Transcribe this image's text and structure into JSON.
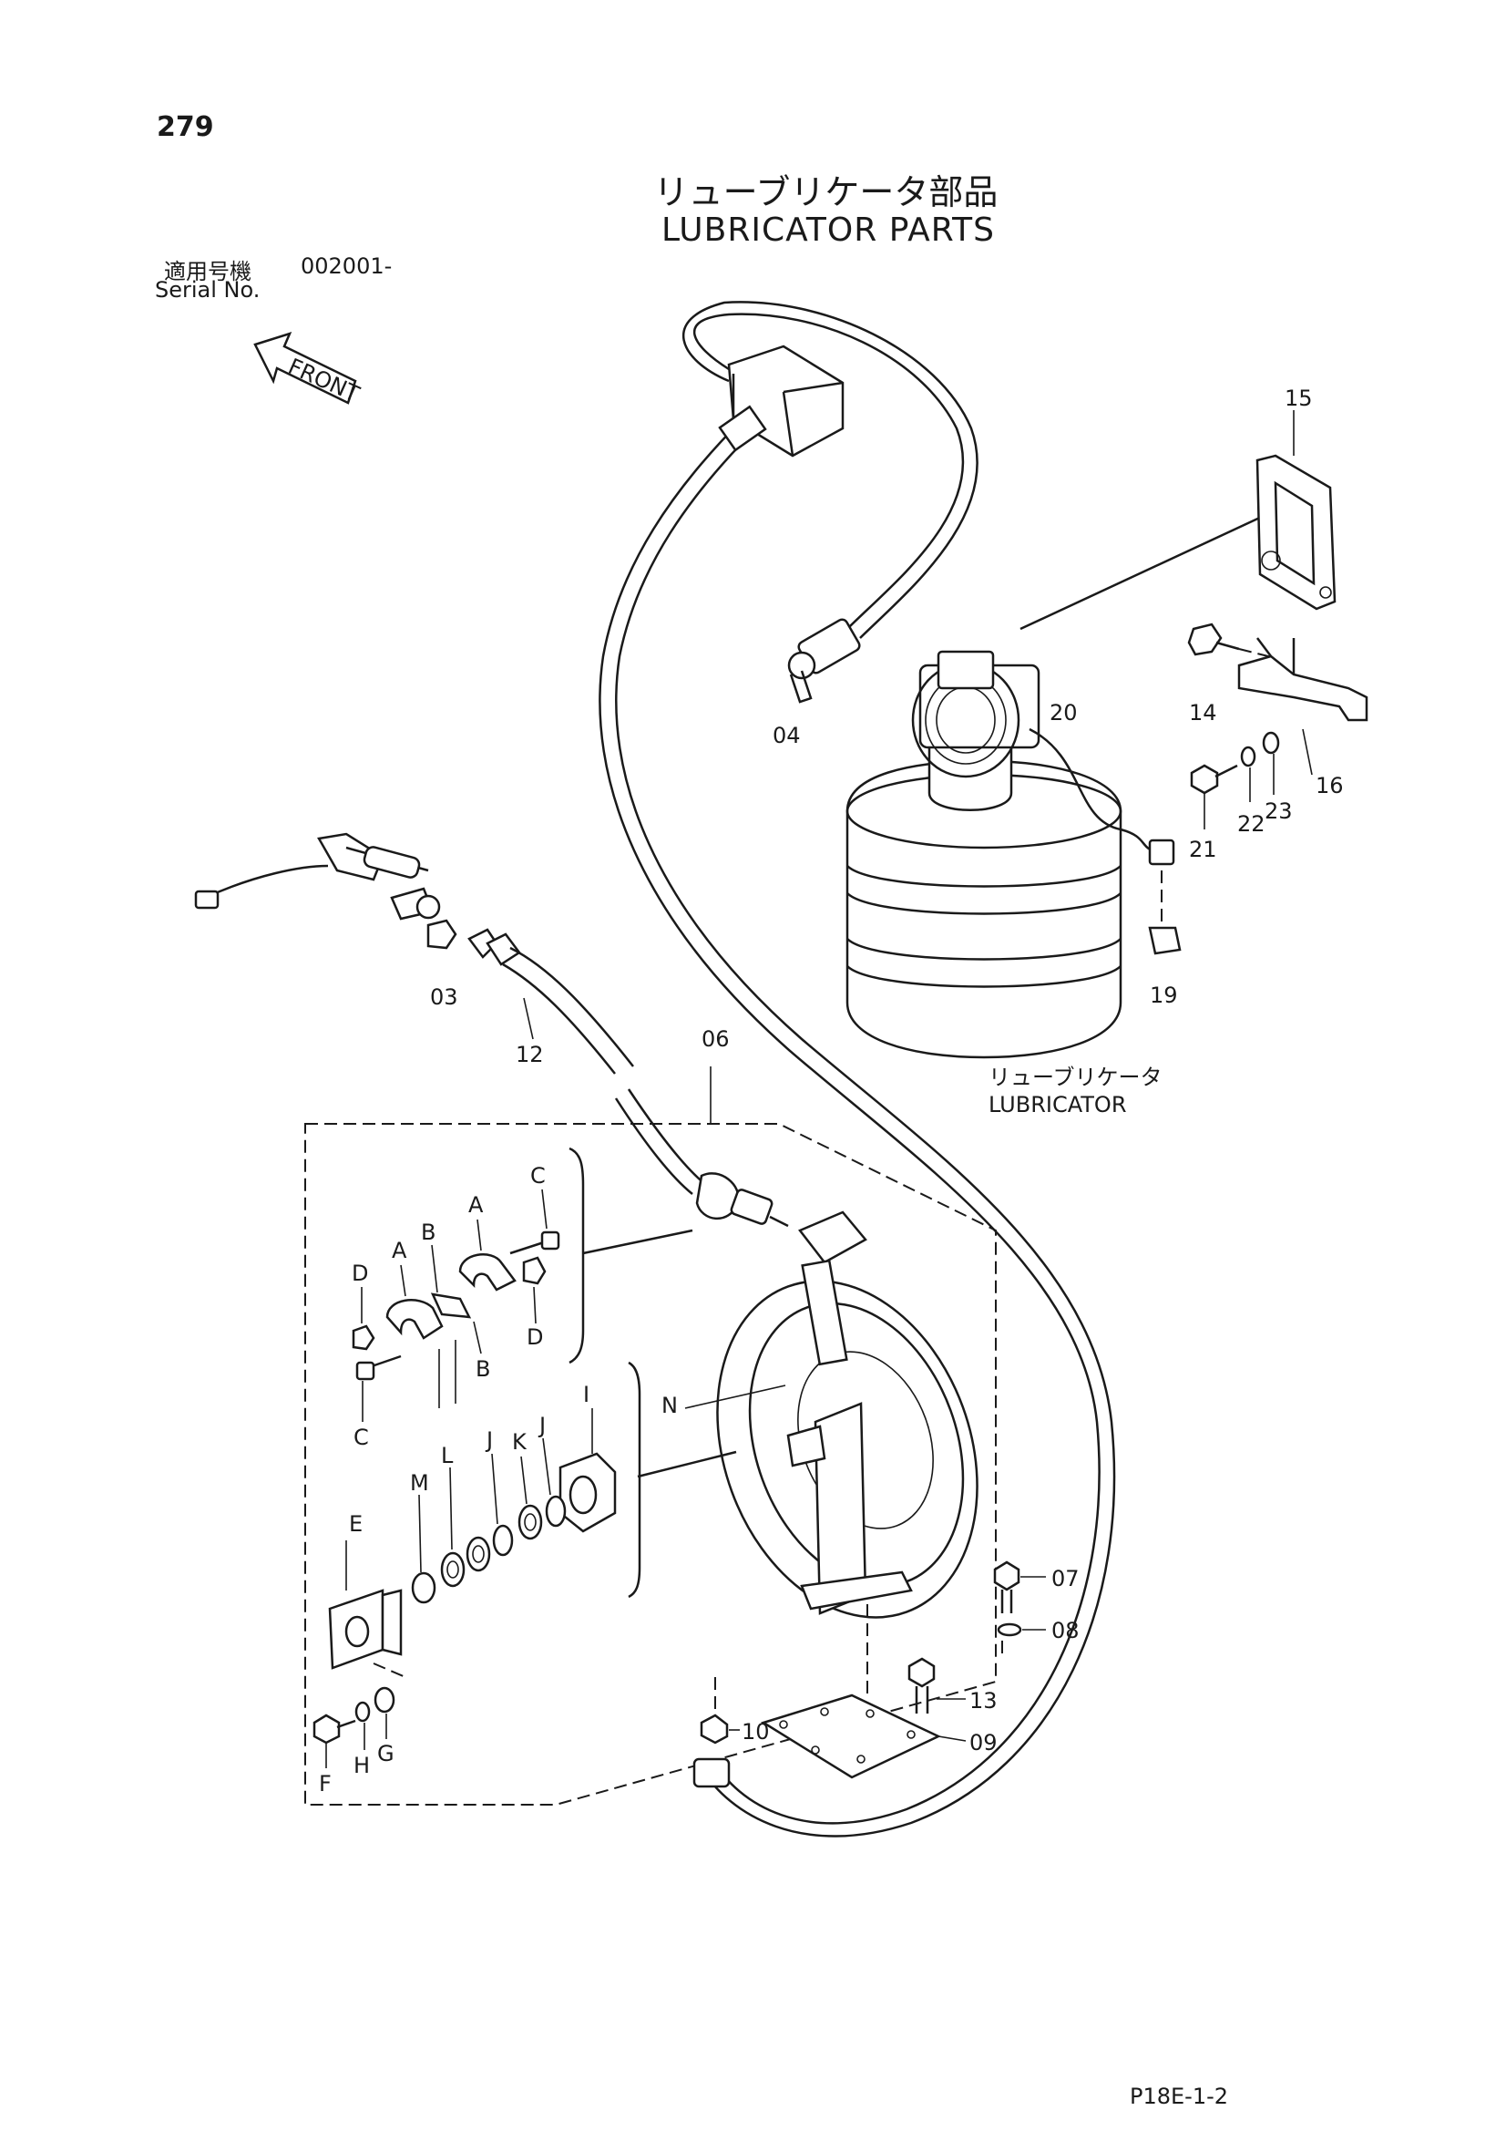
{
  "page_number": "279",
  "title_jp": "リューブリケータ部品",
  "title_en": "LUBRICATOR PARTS",
  "serial": {
    "label_jp": "適用号機",
    "label_en": "Serial No.",
    "value": "002001-"
  },
  "front_label": "FRONT",
  "assembly_label_jp": "リューブリケータ",
  "assembly_label_en": "LUBRICATOR",
  "footer_code": "P18E-1-2",
  "callouts": {
    "p03": "03",
    "p04": "04",
    "p06": "06",
    "p07": "07",
    "p08": "08",
    "p09": "09",
    "p10": "10",
    "p12": "12",
    "p13": "13",
    "p14": "14",
    "p15": "15",
    "p16": "16",
    "p19": "19",
    "p20": "20",
    "p21": "21",
    "p22": "22",
    "p23": "23",
    "A": "A",
    "B": "B",
    "C": "C",
    "D": "D",
    "E": "E",
    "F": "F",
    "G": "G",
    "H": "H",
    "I": "I",
    "J": "J",
    "K": "K",
    "L": "L",
    "M": "M",
    "N": "N"
  }
}
